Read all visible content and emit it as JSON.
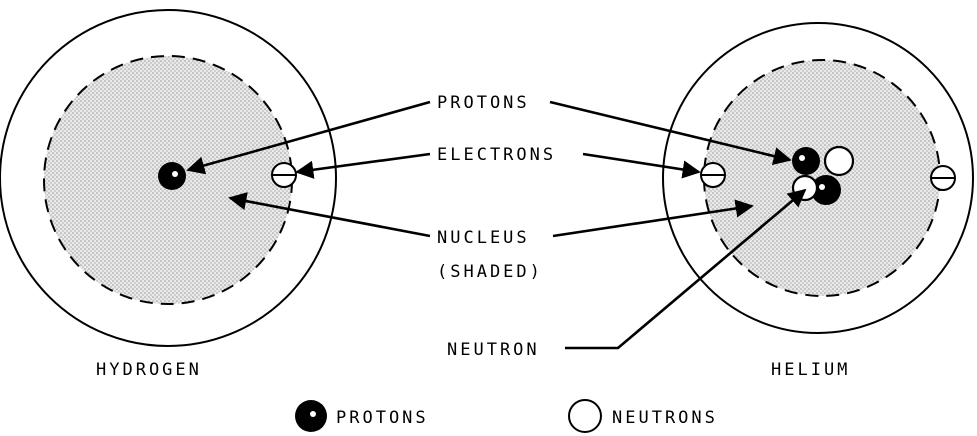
{
  "atoms": {
    "hydrogen": {
      "name": "HYDROGEN"
    },
    "helium": {
      "name": "HELIUM"
    }
  },
  "callouts": {
    "protons": "PROTONS",
    "electrons": "ELECTRONS",
    "nucleus": "NUCLEUS",
    "nucleus_note": "(SHADED)",
    "neutron": "NEUTRON"
  },
  "legend": {
    "protons": "PROTONS",
    "neutrons": "NEUTRONS"
  },
  "colors": {
    "ink": "#000000",
    "background": "#ffffff"
  }
}
